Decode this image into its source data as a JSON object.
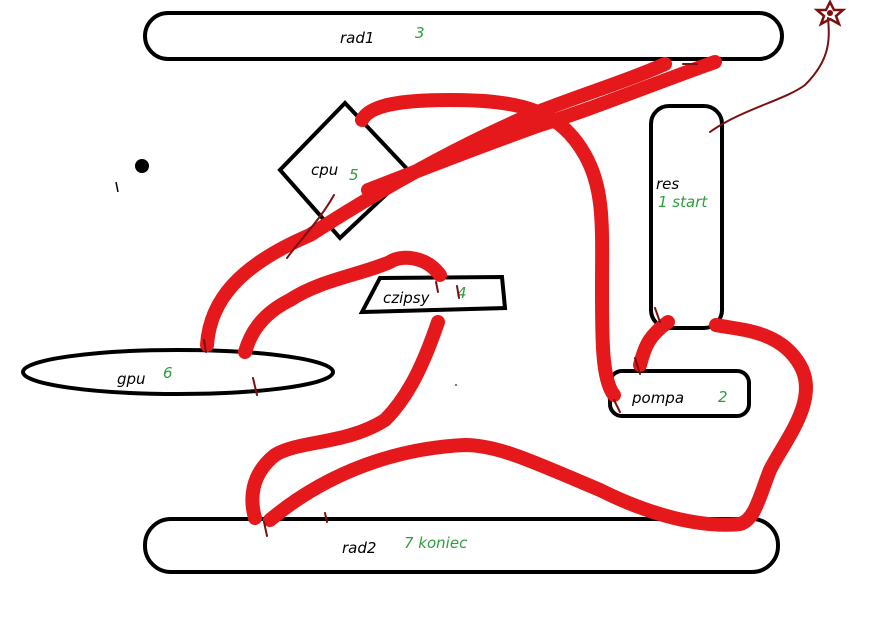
{
  "components": {
    "rad1": {
      "name": "rad1",
      "step": "3"
    },
    "res": {
      "name": "res",
      "step": "1 start"
    },
    "cpu": {
      "name": "cpu",
      "step": "5"
    },
    "czipsy": {
      "name": "czipsy",
      "step": "4"
    },
    "gpu": {
      "name": "gpu",
      "step": "6"
    },
    "pompa": {
      "name": "pompa",
      "step": "2"
    },
    "rad2": {
      "name": "rad2",
      "step": "7 koniec"
    }
  },
  "colors": {
    "tubing": "#e5181b",
    "label": "#000000",
    "step_number": "#2e9e3e",
    "cable": "#7a1010"
  },
  "icons": [
    "star-icon"
  ]
}
